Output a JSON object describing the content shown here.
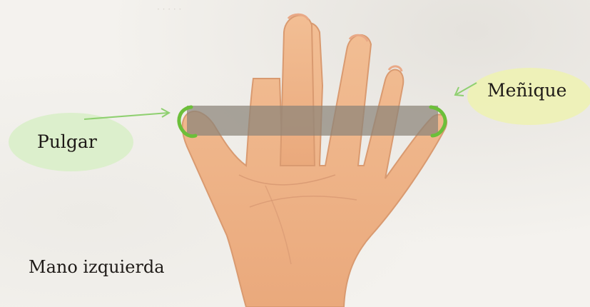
{
  "labels": {
    "thumb": "Pulgar",
    "pinky": "Meñique",
    "hand_title": "Mano izquierda"
  },
  "colors": {
    "bubble_green": "#d8efc7",
    "bubble_yellow": "#eef2b4",
    "skin": "#f0b98f",
    "skin_shadow": "#d98f63",
    "bar": "#8a8478",
    "fingertip_highlight": "#6cbf3a",
    "arrow": "#8fd070"
  },
  "icons": {
    "thumb_arrow": "arrow-right-icon",
    "pinky_arrow": "arrow-up-left-icon"
  }
}
